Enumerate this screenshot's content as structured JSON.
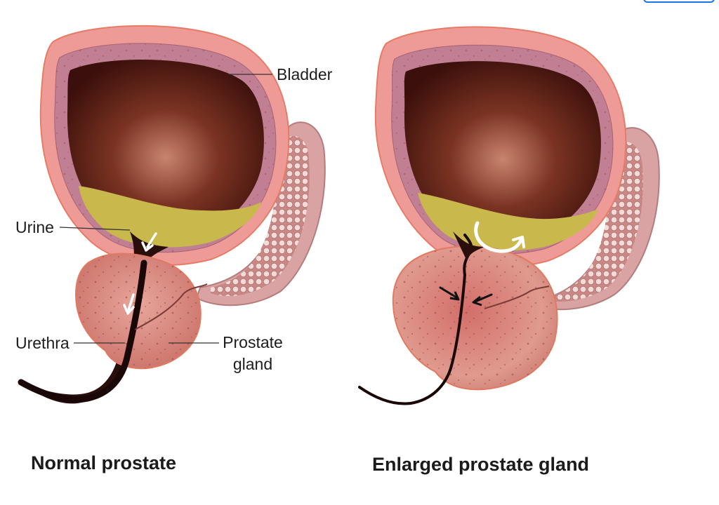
{
  "labels": {
    "bladder": "Bladder",
    "urine": "Urine",
    "urethra": "Urethra",
    "prostate_line1": "Prostate",
    "prostate_line2": "gland"
  },
  "captions": {
    "normal": "Normal prostate",
    "enlarged": "Enlarged prostate gland"
  },
  "colors": {
    "bladder_wall": "#e9908e",
    "bladder_lining": "#b86f86",
    "bladder_interior": "#5a1f17",
    "urine": "#c8b64a",
    "prostate": "#d98479",
    "rectum": "#d79c9e",
    "accent_button": "#1a73e8"
  },
  "icons": {
    "flow_arrow": "white-arrow-icon",
    "compression_arrow": "black-arrow-icon"
  }
}
